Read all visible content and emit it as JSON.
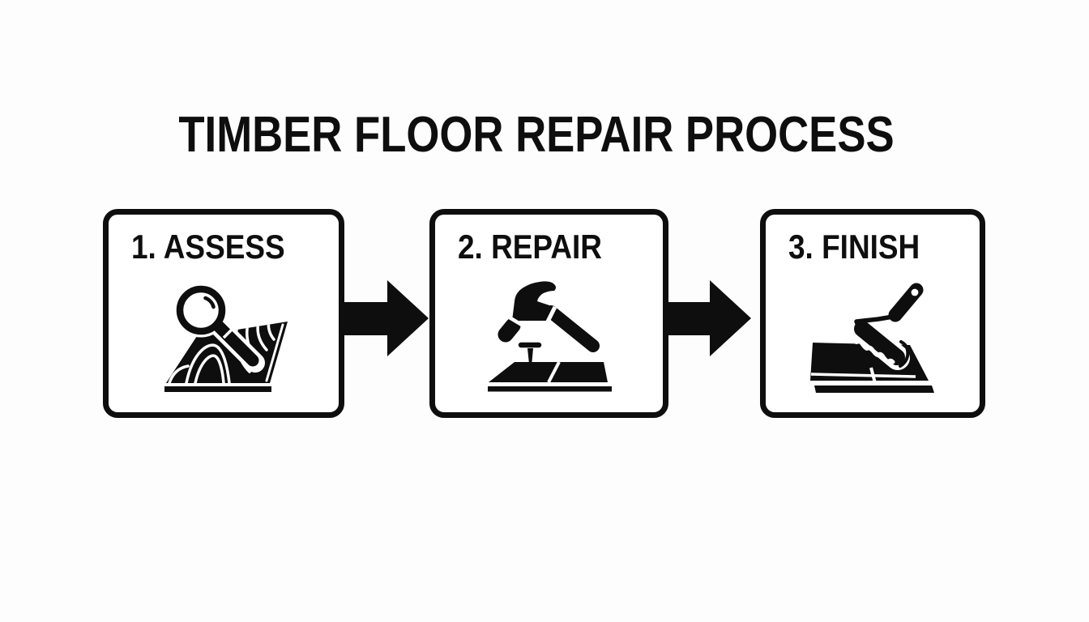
{
  "colors": {
    "background": "#fdfdfd",
    "ink": "#0e0e0e",
    "box_fill": "#ffffff"
  },
  "title": "TIMBER FLOOR REPAIR PROCESS",
  "steps": [
    {
      "label": "1. ASSESS",
      "icon": "magnifying-glass-over-floorboard"
    },
    {
      "label": "2. REPAIR",
      "icon": "hammer-and-nail-on-floorboard"
    },
    {
      "label": "3. FINISH",
      "icon": "paint-roller-on-floorboard"
    }
  ],
  "connectors": [
    {
      "icon": "arrow-right"
    },
    {
      "icon": "arrow-right"
    }
  ]
}
